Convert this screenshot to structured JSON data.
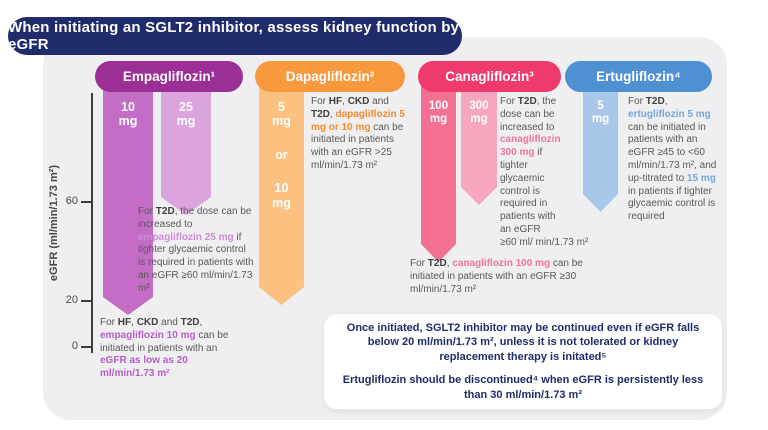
{
  "banner": {
    "title": "When initiating an SGLT2 inhibitor, assess kidney function by eGFR"
  },
  "axis": {
    "label": "eGFR (ml/min/1.73 m²)",
    "ticks": [
      "60",
      "20",
      "0"
    ]
  },
  "columns": [
    {
      "name": "Empagliflozin¹",
      "color": "#9c2f96",
      "arrows": [
        {
          "dose": "10\nmg",
          "color": "#c36dc6",
          "points_to_egfr": "20"
        },
        {
          "dose": "25\nmg",
          "color": "#dba4de",
          "points_to_egfr": "60"
        }
      ],
      "note_25": [
        {
          "t": "For "
        },
        {
          "t": "T2D",
          "c": "bold"
        },
        {
          "t": ", the dose can be increased to "
        },
        {
          "t": "empagliflozin 25 mg",
          "c": "purple-light"
        },
        {
          "t": " if tighter glycaemic control is required in patients with an eGFR ≥60 ml/min/1.73 m²"
        }
      ],
      "note_10": [
        {
          "t": "For "
        },
        {
          "t": "HF",
          "c": "bold"
        },
        {
          "t": ", "
        },
        {
          "t": "CKD",
          "c": "bold"
        },
        {
          "t": " and "
        },
        {
          "t": "T2D",
          "c": "bold"
        },
        {
          "t": ", "
        },
        {
          "t": "empagliflozin 10 mg",
          "c": "purple"
        },
        {
          "t": " can be initiated in patients with an "
        },
        {
          "t": "eGFR as low as 20 ml/min/1.73 m²",
          "c": "purple"
        }
      ]
    },
    {
      "name": "Dapagliflozin²",
      "color": "#f9993d",
      "arrows": [
        {
          "dose_labels": [
            "5\nmg",
            "or",
            "10\nmg"
          ],
          "color": "#fcc181",
          "points_to_egfr": ">25"
        }
      ],
      "note": [
        {
          "t": "For "
        },
        {
          "t": "HF",
          "c": "bold"
        },
        {
          "t": ", "
        },
        {
          "t": "CKD",
          "c": "bold"
        },
        {
          "t": " and "
        },
        {
          "t": "T2D",
          "c": "bold"
        },
        {
          "t": ", "
        },
        {
          "t": "dapagliflozin 5 mg or 10 mg",
          "c": "orange"
        },
        {
          "t": " can be initiated in patients with an eGFR >25 ml/min/1.73 m²"
        }
      ]
    },
    {
      "name": "Canagliflozin³",
      "color": "#ee3a6c",
      "arrows": [
        {
          "dose": "100\nmg",
          "color": "#f47093",
          "points_to_egfr": "30"
        },
        {
          "dose": "300\nmg",
          "color": "#f7a6bd",
          "points_to_egfr": "60"
        }
      ],
      "note_300": [
        {
          "t": "For "
        },
        {
          "t": "T2D",
          "c": "bold"
        },
        {
          "t": ", the dose can be increased to "
        },
        {
          "t": "canagliflozin 300 mg",
          "c": "pink"
        },
        {
          "t": " if tighter glycaemic control is required in patients with an eGFR "
        },
        {
          "t": "≥60 ml/ min/1.73 m²",
          "c": "nowrap"
        }
      ],
      "note_100": [
        {
          "t": "For "
        },
        {
          "t": "T2D",
          "c": "bold"
        },
        {
          "t": ", "
        },
        {
          "t": "canagliflozin 100 mg",
          "c": "pink"
        },
        {
          "t": " can be initiated in patients with an eGFR ≥30 ml/min/1.73 m²"
        }
      ]
    },
    {
      "name": "Ertugliflozin⁴",
      "color": "#4f90d2",
      "arrows": [
        {
          "dose": "5\nmg",
          "color": "#a9c8e9",
          "points_to_egfr": "45–60"
        }
      ],
      "note": [
        {
          "t": "For "
        },
        {
          "t": "T2D",
          "c": "bold"
        },
        {
          "t": ", "
        },
        {
          "t": "ertugliflozin 5 mg",
          "c": "blue"
        },
        {
          "t": " can be initiated in patients with an eGFR ≥45 to <60 ml/min/1.73 m², and up-titrated to "
        },
        {
          "t": "15 mg",
          "c": "blue"
        },
        {
          "t": " in patients if tighter glycaemic control is required"
        }
      ]
    }
  ],
  "footnote": {
    "p1": "Once initiated, SGLT2 inhibitor may be continued even if eGFR falls below 20 ml/min/1.73 m², unless it is not tolerated or kidney replacement therapy is initated⁵",
    "p2": "Ertugliflozin should be discontinued⁴ when eGFR is persistently less than 30 ml/min/1.73 m²"
  }
}
